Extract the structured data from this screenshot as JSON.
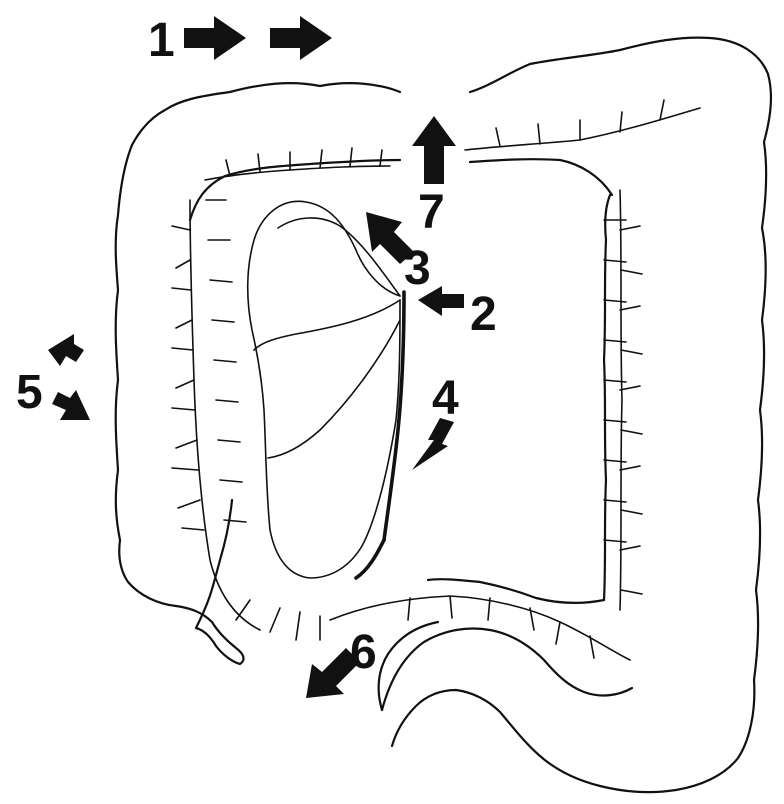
{
  "figure": {
    "labels": {
      "l1": "1",
      "l2": "2",
      "l3": "3",
      "l4": "4",
      "l5": "5",
      "l6": "6",
      "l7": "7"
    },
    "colors": {
      "ink": "#111111",
      "background": "#ffffff"
    }
  }
}
